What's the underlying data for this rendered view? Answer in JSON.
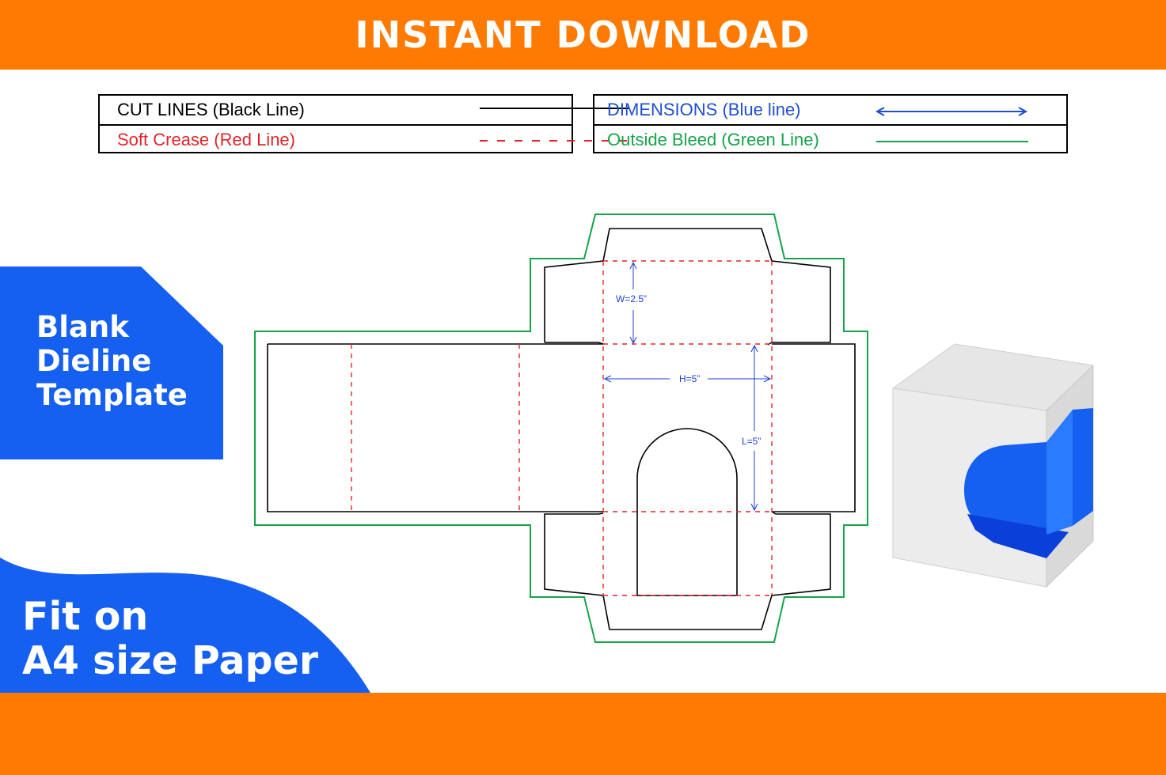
{
  "banner": {
    "title": "INSTANT DOWNLOAD"
  },
  "legend": {
    "left": [
      {
        "label": "CUT LINES (Black Line)",
        "color": "#000000",
        "style": "solid"
      },
      {
        "label": "Soft Crease (Red Line)",
        "color": "#e0262b",
        "style": "dashed"
      }
    ],
    "right": [
      {
        "label": "DIMENSIONS (Blue line)",
        "color": "#1f4fd1",
        "style": "arrow"
      },
      {
        "label": "Outside Bleed (Green Line)",
        "color": "#17a34a",
        "style": "solid"
      }
    ]
  },
  "side_panel": {
    "lines": [
      "Blank",
      "Dieline",
      "Template"
    ],
    "color": "#1560f0"
  },
  "fit_panel": {
    "lines": [
      "Fit on",
      "A4 size Paper"
    ],
    "color": "#1560f0"
  },
  "dimensions": {
    "width": "W=2.5”",
    "height": "H=5”",
    "length": "L=5”"
  },
  "colors": {
    "orange": "#ff7a00",
    "blue": "#1560f0",
    "cut": "#000000",
    "crease": "#e0262b",
    "dimension": "#1f3fd1",
    "bleed": "#17a34a"
  }
}
